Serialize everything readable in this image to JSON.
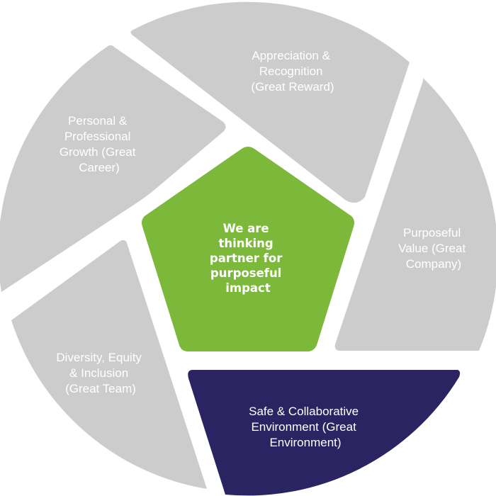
{
  "colors": {
    "segment_gray": "#cccccc",
    "segment_highlight": "#2b2462",
    "center_green": "#7cb83a",
    "text": "#ffffff"
  },
  "center": {
    "lines": [
      "We are",
      "thinking",
      "partner for",
      "purposeful",
      "impact"
    ]
  },
  "segments": {
    "top": {
      "lines": [
        "Appreciation &",
        "Recognition",
        "(Great Reward)"
      ]
    },
    "top_left": {
      "lines": [
        "Personal &",
        "Professional",
        "Growth (Great",
        "Career)"
      ]
    },
    "right": {
      "lines": [
        "Purposeful",
        "Value (Great",
        "Company)"
      ]
    },
    "left_bottom": {
      "lines": [
        "Diversity, Equity",
        "& Inclusion",
        "(Great Team)"
      ]
    },
    "bottom": {
      "lines": [
        "Safe & Collaborative",
        "Environment (Great",
        "Environment)"
      ]
    }
  }
}
